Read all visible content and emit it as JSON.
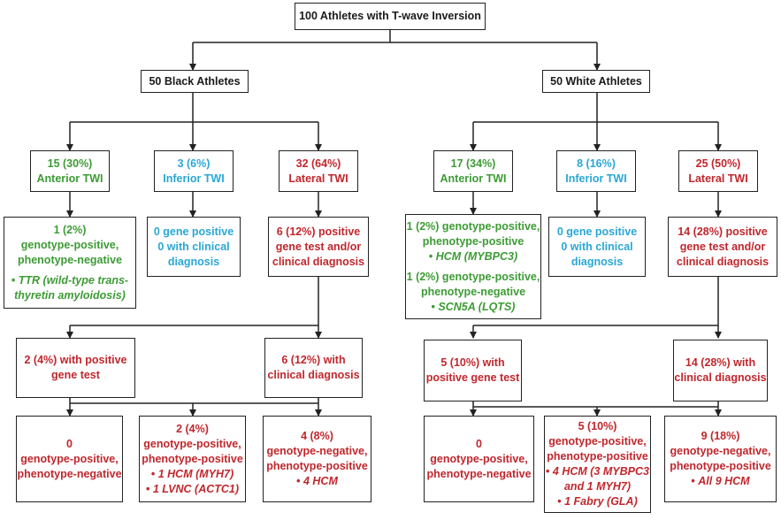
{
  "colors": {
    "green": "#3d9b35",
    "blue": "#2aa7d6",
    "red": "#c1272d",
    "dark": "#1a1a1a",
    "line": "#222222"
  },
  "root": {
    "lines": [
      "100 Athletes with T-wave Inversion"
    ]
  },
  "black": {
    "group": {
      "lines": [
        "50 Black Athletes"
      ]
    },
    "anterior": {
      "lines": [
        "15 (30%)",
        "Anterior TWI"
      ]
    },
    "inferior": {
      "lines": [
        "3 (6%)",
        "Inferior TWI"
      ]
    },
    "lateral": {
      "lines": [
        "32 (64%)",
        "Lateral TWI"
      ]
    },
    "anterior_result": {
      "lines": [
        "1 (2%)",
        "genotype-positive,",
        "phenotype-negative"
      ],
      "bullet": [
        "TTR (wild-type trans-",
        "thyretin amyloidosis)"
      ]
    },
    "inferior_result": {
      "lines": [
        "0 gene positive",
        "0 with clinical",
        "diagnosis"
      ]
    },
    "lateral_result": {
      "lines": [
        "6 (12%) positive",
        "gene test and/or",
        "clinical diagnosis"
      ]
    },
    "gene_test": {
      "lines": [
        "2 (4%) with positive",
        "gene test"
      ]
    },
    "clinical": {
      "lines": [
        "6 (12%) with",
        "clinical diagnosis"
      ]
    },
    "out_gpn": {
      "lines": [
        "0",
        "genotype-positive,",
        "phenotype-negative"
      ]
    },
    "out_gpp": {
      "lines": [
        "2 (4%)",
        "genotype-positive,",
        "phenotype-positive"
      ],
      "bullets": [
        "1 HCM (MYH7)",
        "1 LVNC (ACTC1)"
      ]
    },
    "out_gnp": {
      "lines": [
        "4 (8%)",
        "genotype-negative,",
        "phenotype-positive"
      ],
      "bullets": [
        "4 HCM"
      ]
    }
  },
  "white": {
    "group": {
      "lines": [
        "50 White Athletes"
      ]
    },
    "anterior": {
      "lines": [
        "17 (34%)",
        "Anterior TWI"
      ]
    },
    "inferior": {
      "lines": [
        "8 (16%)",
        "Inferior TWI"
      ]
    },
    "lateral": {
      "lines": [
        "25 (50%)",
        "Lateral TWI"
      ]
    },
    "anterior_result": {
      "block1": {
        "lines": [
          "1 (2%) genotype-positive,",
          "phenotype-positive"
        ],
        "bullet": "HCM (MYBPC3)"
      },
      "block2": {
        "lines": [
          "1 (2%) genotype-positive,",
          "phenotype-negative"
        ],
        "bullet": "SCN5A (LQTS)"
      }
    },
    "inferior_result": {
      "lines": [
        "0 gene positive",
        "0 with clinical",
        "diagnosis"
      ]
    },
    "lateral_result": {
      "lines": [
        "14 (28%) positive",
        "gene test and/or",
        "clinical diagnosis"
      ]
    },
    "gene_test": {
      "lines": [
        "5 (10%) with",
        "positive gene test"
      ]
    },
    "clinical": {
      "lines": [
        "14 (28%) with",
        "clinical diagnosis"
      ]
    },
    "out_gpn": {
      "lines": [
        "0",
        "genotype-positive,",
        "phenotype-negative"
      ]
    },
    "out_gpp": {
      "lines": [
        "5 (10%)",
        "genotype-positive,",
        "phenotype-positive"
      ],
      "bullets": [
        "4 HCM (3 MYBPC3",
        "and 1 MYH7)",
        "1 Fabry (GLA)"
      ]
    },
    "out_gnp": {
      "lines": [
        "9 (18%)",
        "genotype-negative,",
        "phenotype-positive"
      ],
      "bullets": [
        "All 9 HCM"
      ]
    }
  }
}
